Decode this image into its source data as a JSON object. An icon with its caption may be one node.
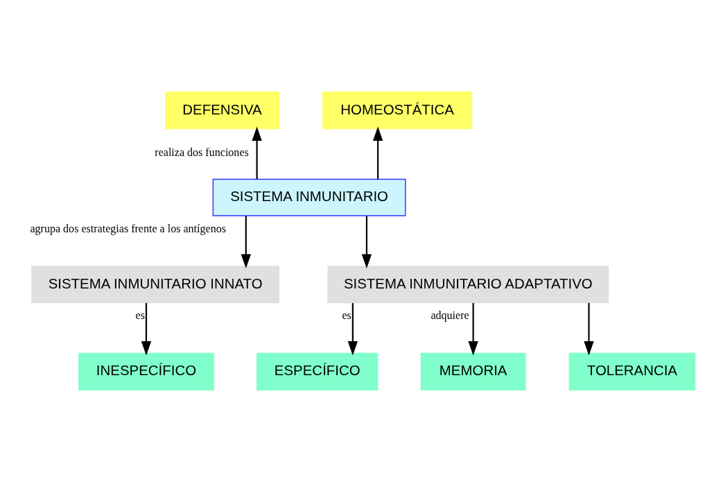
{
  "diagram": {
    "nodes": [
      {
        "text": [
          "DEFENSIVA"
        ]
      },
      {
        "text": [
          "HOMEOSTÁTICA"
        ]
      },
      {
        "text": [
          "SISTEMA INMUNITARIO"
        ]
      },
      {
        "text": [
          "SISTEMA INMUNITARIO INNATO"
        ]
      },
      {
        "text": [
          "SISTEMA INMUNITARIO ADAPTATIVO"
        ]
      },
      {
        "text": [
          "INESPECÍFICO"
        ]
      },
      {
        "text": [
          "ESPECÍFICO"
        ]
      },
      {
        "text": [
          "MEMORIA"
        ]
      },
      {
        "text": [
          "TOLERANCIA"
        ]
      }
    ],
    "edges": [
      {
        "from": 2,
        "to": 0,
        "arrow": "to",
        "label": "realiza dos funciones"
      },
      {
        "from": 2,
        "to": 1,
        "arrow": "to"
      },
      {
        "from": 2,
        "to": 3,
        "arrow": "to",
        "label": "agrupa dos estrategias frente a los antígenos"
      },
      {
        "from": 2,
        "to": 4,
        "arrow": "to"
      },
      {
        "from": 3,
        "to": 5,
        "arrow": "to",
        "label": "es"
      },
      {
        "from": 4,
        "to": 6,
        "arrow": "to",
        "label": "es"
      },
      {
        "from": 4,
        "to": 7,
        "arrow": "to",
        "label": "adquiere"
      },
      {
        "from": 4,
        "to": 8,
        "arrow": "to"
      }
    ]
  }
}
